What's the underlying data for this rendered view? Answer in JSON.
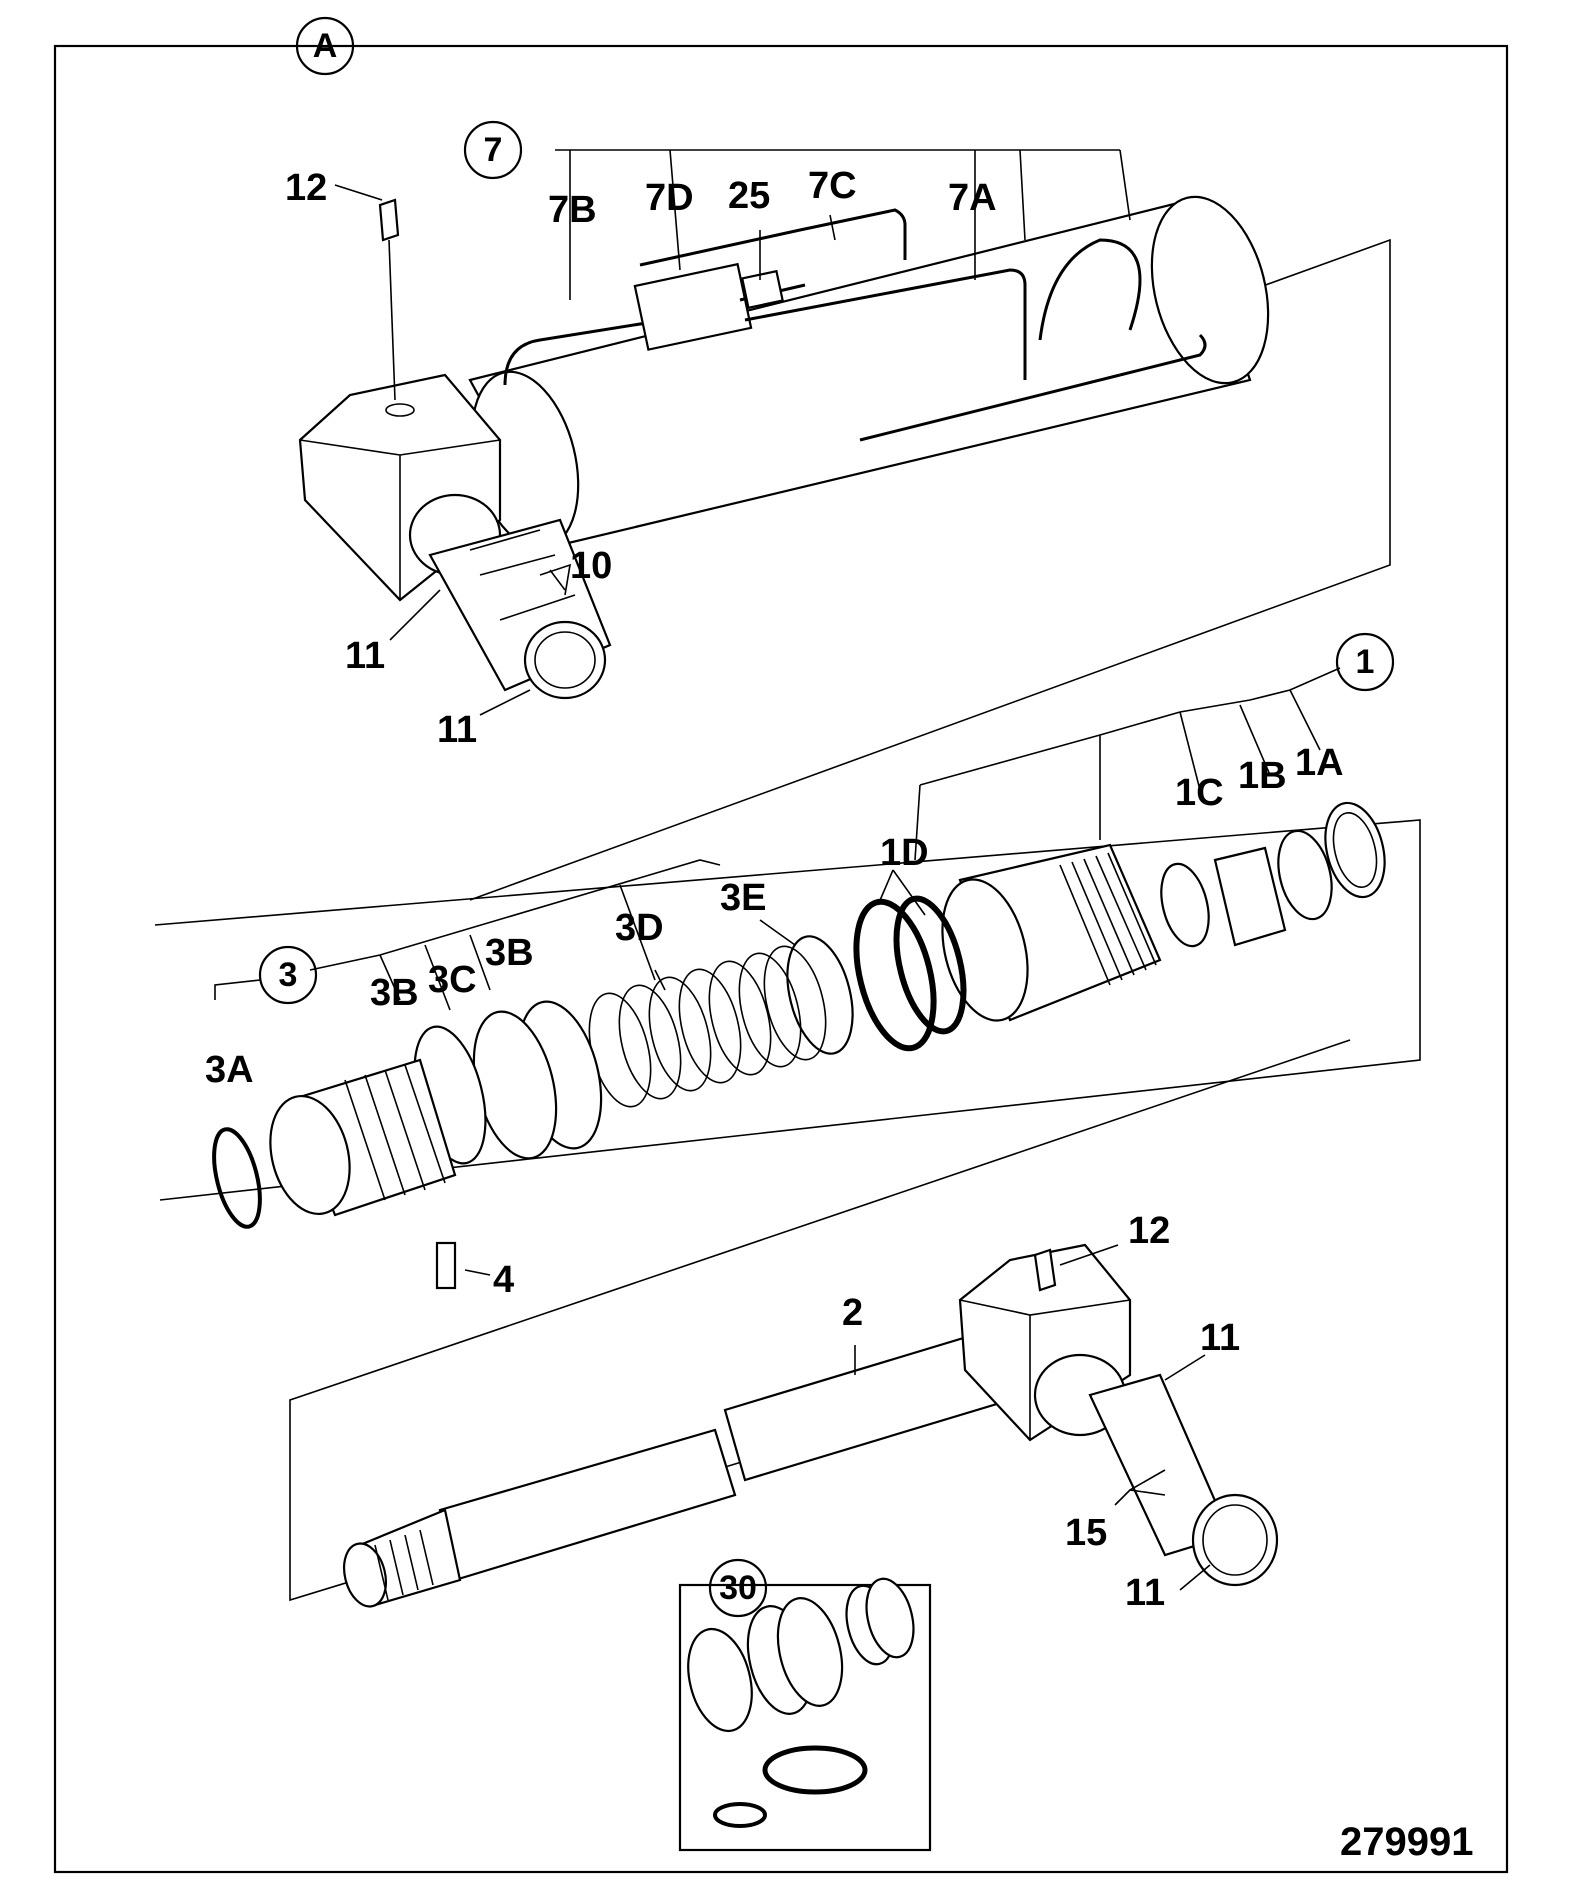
{
  "figure_ref": "279991",
  "group_labels": {
    "A": "A",
    "g7": "7",
    "g1": "1",
    "g3": "3",
    "g30": "30"
  },
  "part_labels": {
    "p12_top": "12",
    "p7B": "7B",
    "p7D": "7D",
    "p25": "25",
    "p7C": "7C",
    "p7A": "7A",
    "p10": "10",
    "p11_a": "11",
    "p11_b": "11",
    "p1A": "1A",
    "p1B": "1B",
    "p1C": "1C",
    "p1D": "1D",
    "p3E": "3E",
    "p3D": "3D",
    "p3B_a": "3B",
    "p3C": "3C",
    "p3B_b": "3B",
    "p3A": "3A",
    "p4": "4",
    "p12_bot": "12",
    "p2": "2",
    "p11_c": "11",
    "p15": "15",
    "p11_d": "11"
  }
}
